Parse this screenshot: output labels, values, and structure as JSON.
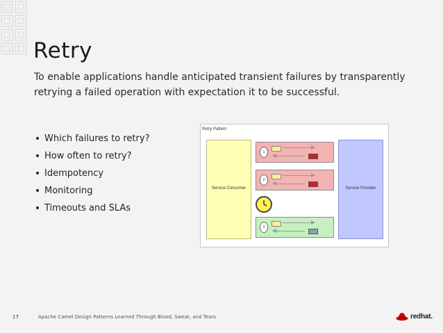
{
  "slide": {
    "title": "Retry",
    "subtitle": "To enable applications handle anticipated transient failures by transparently retrying a failed operation with expectation it to be successful.",
    "bullets": [
      "Which failures to retry?",
      "How often to retry?",
      "Idempotency",
      "Monitoring",
      "Timeouts and SLAs"
    ]
  },
  "diagram": {
    "caption": "Retry Pattern",
    "consumer_label": "Service Consumer",
    "provider_label": "Service Provider",
    "attempts": [
      {
        "number": "1",
        "status": "fail",
        "color": "#f4b3b3",
        "response_color": "#cc2222"
      },
      {
        "number": "2",
        "status": "fail",
        "color": "#f4b3b3",
        "response_color": "#cc2222"
      },
      {
        "number": "3",
        "status": "ok",
        "color": "#c5f0c0",
        "response_color": "#8aa2b8"
      }
    ],
    "consumer_color": "#ffffb3",
    "provider_color": "#c0c8ff",
    "timer_icon": "clock-icon"
  },
  "footer": {
    "page_number": "17",
    "text": "Apache Camel Design Patterns Learned Through Blood, Sweat, and Tears",
    "logo_text": "redhat."
  },
  "colors": {
    "brand_red": "#cc0000",
    "background": "#f3f3f3"
  }
}
